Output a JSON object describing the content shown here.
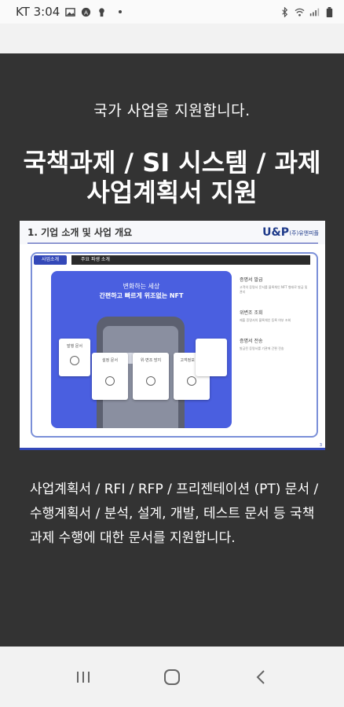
{
  "status_bar": {
    "carrier_time": "KT 3:04",
    "icons_left": [
      "gallery-icon",
      "a-badge-icon",
      "keyhole-icon"
    ],
    "icons_right": [
      "bluetooth-icon",
      "wifi-icon",
      "signal-icon",
      "battery-icon"
    ]
  },
  "content": {
    "subtitle": "국가 사업을 지원합니다.",
    "headline_line1": "국책과제 / SI 시스템 / 과제",
    "headline_line2": "사업계획서 지원",
    "slide": {
      "title": "1. 기업 소개 및 사업 개요",
      "logo": "U&P",
      "logo_sub": "(주)유앤피플",
      "tab_label": "사업소개",
      "tab_bar_label": "주요 파생 소개",
      "panel_line1": "변화하는 세상",
      "panel_line2": "간편하고 빠르게 위조없는 NFT",
      "cards": [
        "발행 문서",
        "설정 문서",
        "위·변조 방지",
        "고객정보 관리"
      ],
      "notes": [
        {
          "title": "증명서 발급",
          "body": "고객의 증명서 문서를 블록체인 NFT 형태로 발급 및 관리"
        },
        {
          "title": "위변조 조회",
          "body": "제출 증명서의 블록체인 등록 여부 조회"
        },
        {
          "title": "증명서 전송",
          "body": "발급된 증명서를 기관에 간편 전송"
        }
      ],
      "page_number": "3"
    },
    "body": "사업계획서 / RFI / RFP / 프리젠테이션 (PT) 문서 / 수행계획서 / 분석, 설계, 개발, 테스트 문서 등 국책 과제 수행에 대한 문서를 지원합니다."
  },
  "nav": {
    "buttons": [
      "recent-apps",
      "home",
      "back"
    ]
  },
  "colors": {
    "content_bg": "#333333",
    "accent_blue": "#4a5fe0",
    "bar_bg": "#f2f2f2"
  }
}
